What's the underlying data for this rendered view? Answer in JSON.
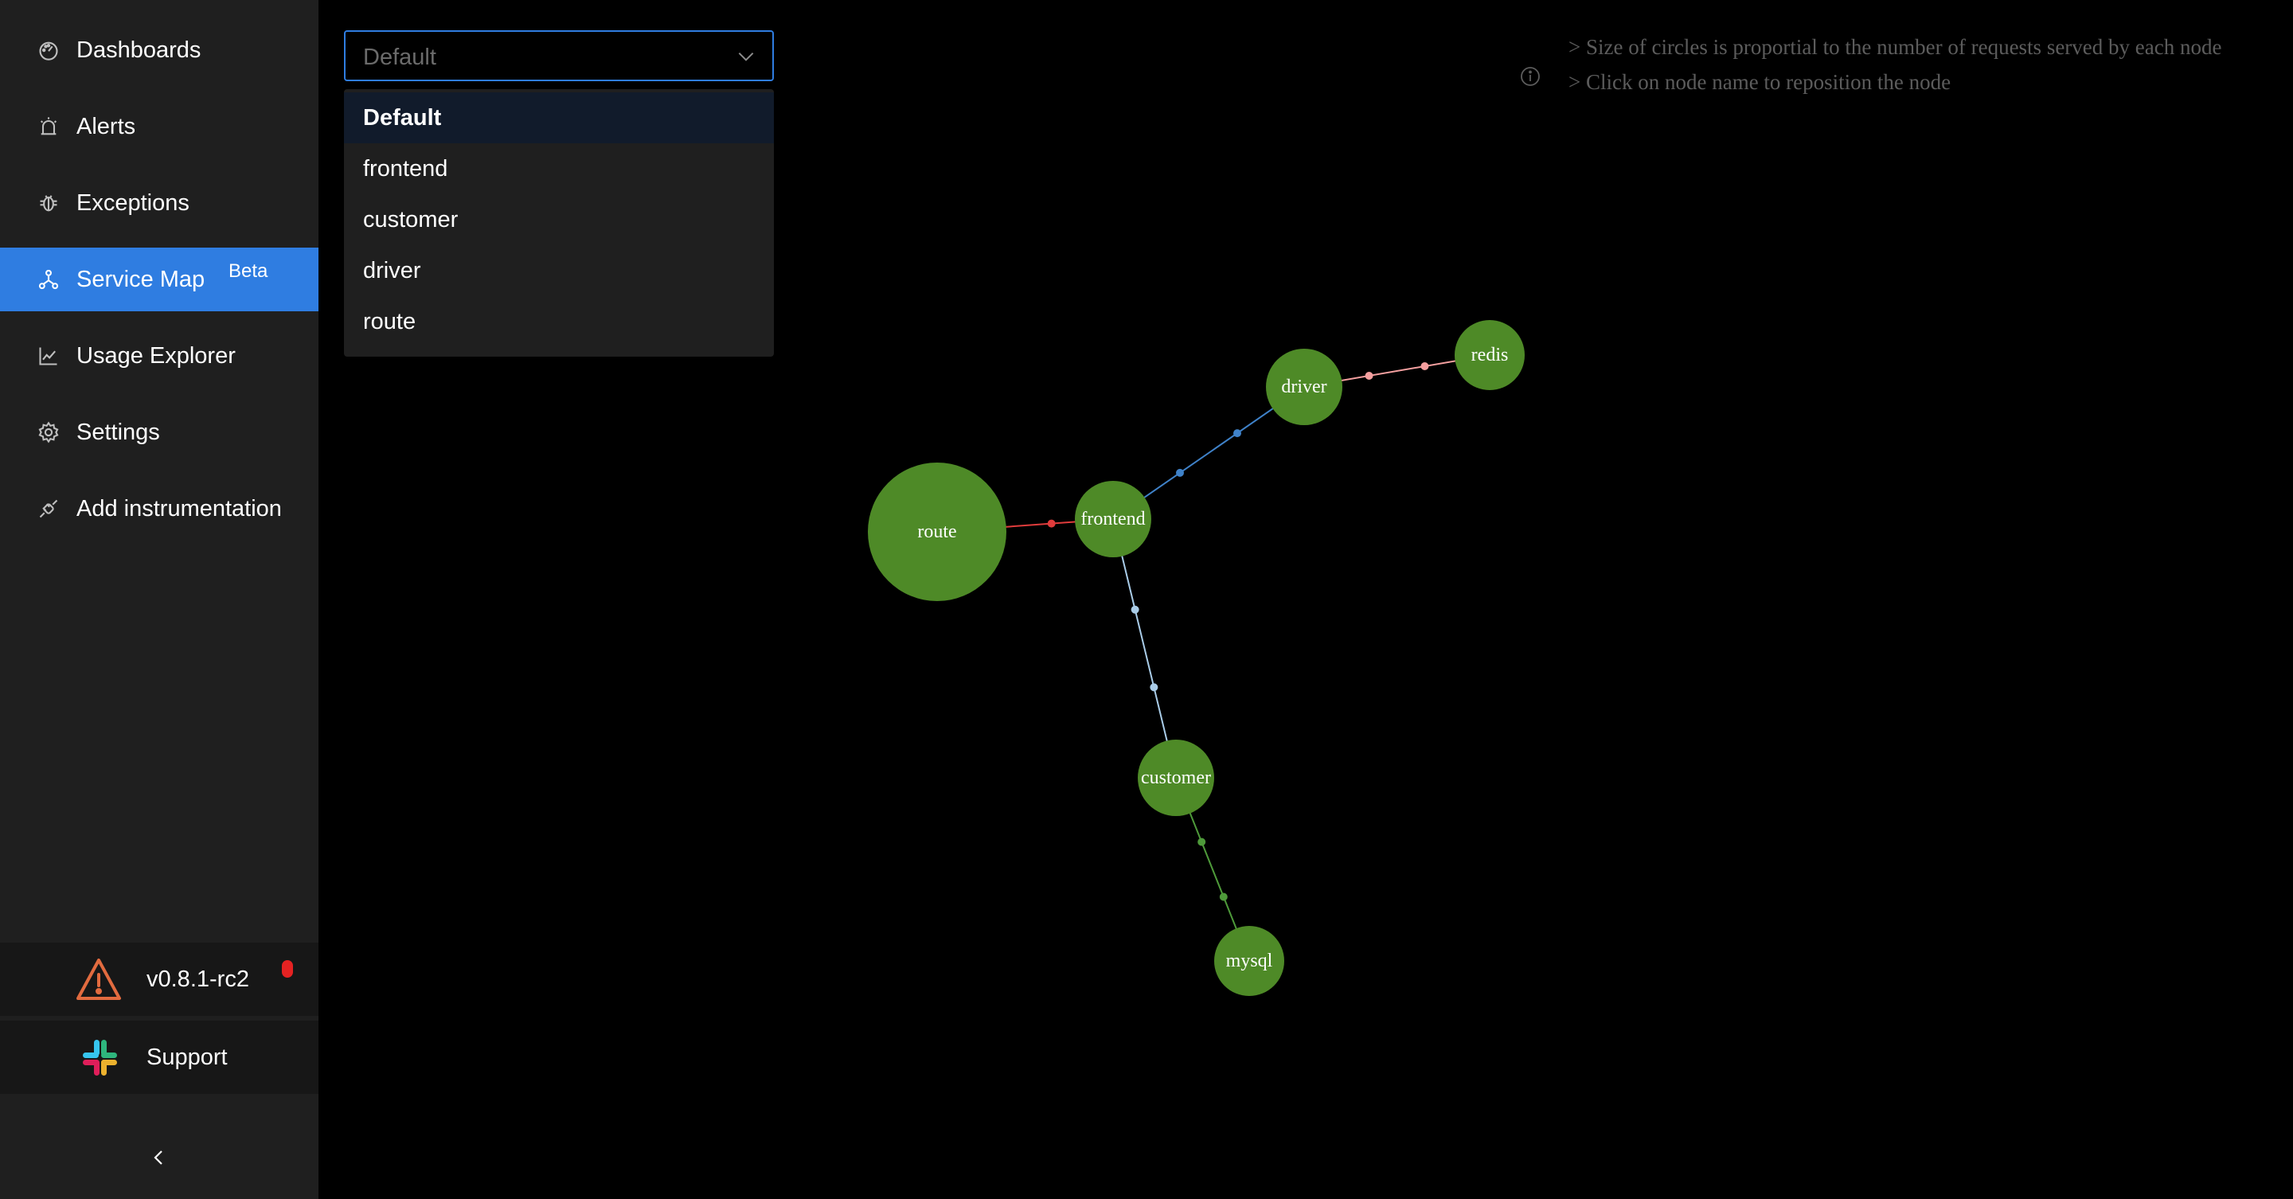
{
  "sidebar": {
    "items": [
      {
        "label": "Dashboards",
        "icon": "dashboard-icon"
      },
      {
        "label": "Alerts",
        "icon": "alarm-icon"
      },
      {
        "label": "Exceptions",
        "icon": "bug-icon"
      },
      {
        "label": "Service Map",
        "icon": "deployment-unit-icon",
        "badge": "Beta",
        "active": true
      },
      {
        "label": "Usage Explorer",
        "icon": "line-chart-icon"
      },
      {
        "label": "Settings",
        "icon": "gear-icon"
      },
      {
        "label": "Add instrumentation",
        "icon": "api-icon"
      }
    ],
    "version": "v0.8.1-rc2",
    "support": "Support"
  },
  "service_select": {
    "value": "Default",
    "options": [
      "Default",
      "frontend",
      "customer",
      "driver",
      "route"
    ],
    "selected": "Default"
  },
  "info": {
    "lines": [
      "> Size of circles is proportial to the number of requests served by each node",
      "> Click on node name to reposition the node"
    ]
  },
  "service_map": {
    "nodes": [
      "route",
      "frontend",
      "driver",
      "redis",
      "customer",
      "mysql"
    ],
    "edges": [
      {
        "from": "frontend",
        "to": "route",
        "color": "#e03c3c"
      },
      {
        "from": "frontend",
        "to": "driver",
        "color": "#3f82c9"
      },
      {
        "from": "driver",
        "to": "redis",
        "color": "#f5a0a0"
      },
      {
        "from": "frontend",
        "to": "customer",
        "color": "#a9cce8"
      },
      {
        "from": "customer",
        "to": "mysql",
        "color": "#4e9a3a"
      }
    ],
    "node_color": "#4e8a27"
  },
  "colors": {
    "accent": "#2f7de1",
    "sidebar_bg": "#1f1f1f",
    "warning": "#e26b3f"
  }
}
